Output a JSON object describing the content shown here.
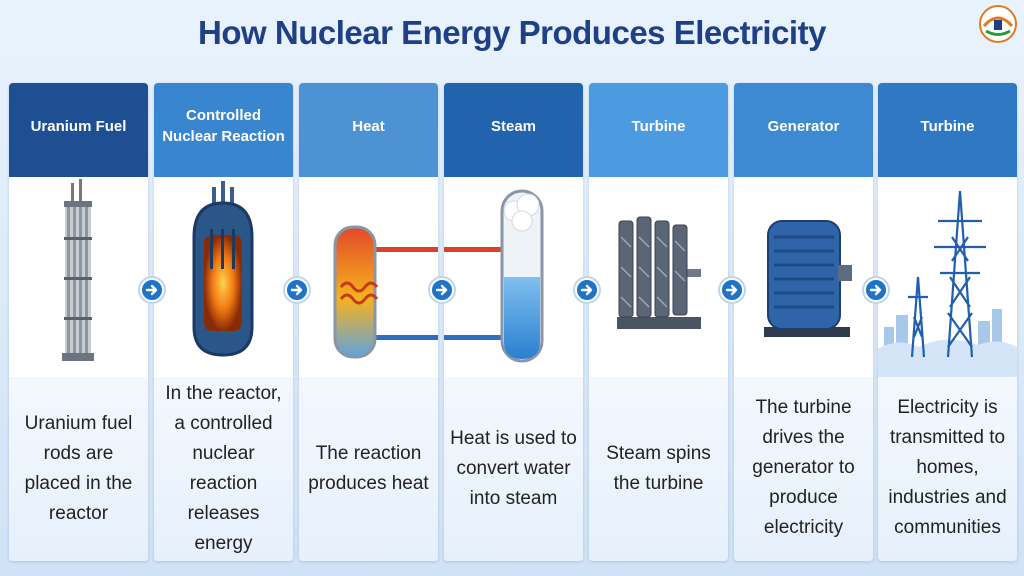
{
  "title": "How Nuclear Energy Produces Electricity",
  "colors": {
    "title": "#1f3f86",
    "header_dark": "#1e4f96",
    "header_mid": "#2565b0",
    "header_light": "#4a95d6",
    "arrow": "#1f73c8"
  },
  "steps": [
    {
      "label": "Uranium Fuel",
      "icon": "fuel-rod-icon",
      "description": "Uranium fuel rods are placed in the reactor",
      "header_color": "#1f4f93"
    },
    {
      "label": "Controlled Nuclear Reaction",
      "icon": "reactor-icon",
      "description": "In the reactor, a controlled nuclear reaction releases energy",
      "header_color": "#3a85cf"
    },
    {
      "label": "Heat",
      "icon": "heat-exchanger-icon",
      "description": "The reaction produces heat",
      "header_color": "#4d93d4"
    },
    {
      "label": "Steam",
      "icon": "steam-vessel-icon",
      "description": "Heat is used to convert water into steam",
      "header_color": "#2163ad"
    },
    {
      "label": "Turbine",
      "icon": "turbine-icon",
      "description": "Steam spins the turbine",
      "header_color": "#4c9be0"
    },
    {
      "label": "Generator",
      "icon": "generator-icon",
      "description": "The turbine drives the generator to produce electricity",
      "header_color": "#3e8ad2"
    },
    {
      "label": "Turbine",
      "icon": "transmission-tower-icon",
      "description": "Electricity is transmitted to homes, industries and communities",
      "header_color": "#2f78c4"
    }
  ],
  "arrows": [
    "arrow-right-icon",
    "arrow-right-icon",
    "arrow-right-icon",
    "arrow-right-icon",
    "arrow-right-icon",
    "arrow-right-icon"
  ]
}
